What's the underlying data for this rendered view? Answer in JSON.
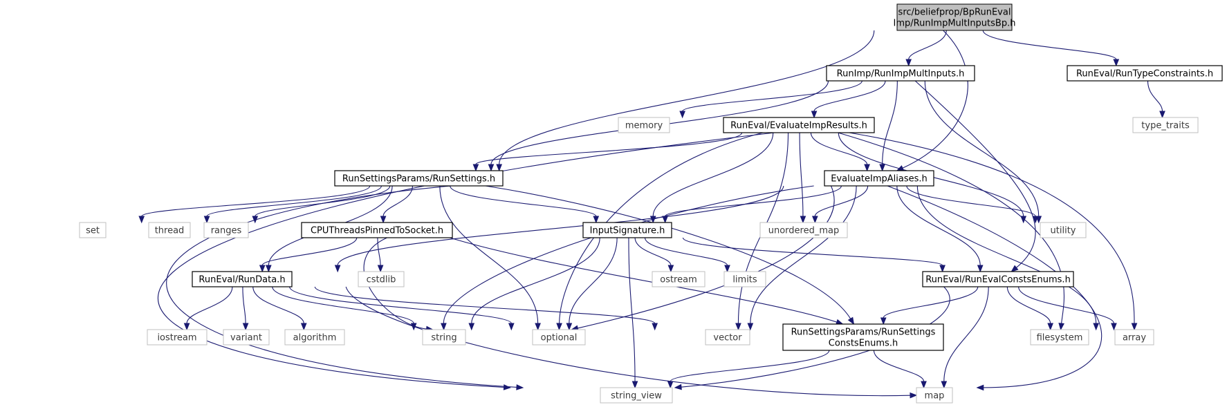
{
  "nodes": {
    "root": "src/beliefprop/BpRunEval\nImp/RunImpMultInputsBp.h",
    "runimp_multinputs": "RunImp/RunImpMultInputs.h",
    "runtype_constraints": "RunEval/RunTypeConstraints.h",
    "memory": "memory",
    "type_traits": "type_traits",
    "evaluate_imp_results": "RunEval/EvaluateImpResults.h",
    "run_settings": "RunSettingsParams/RunSettings.h",
    "evaluate_imp_aliases": "EvaluateImpAliases.h",
    "set": "set",
    "thread": "thread",
    "ranges": "ranges",
    "cpu_threads": "CPUThreadsPinnedToSocket.h",
    "input_signature": "InputSignature.h",
    "unordered_map": "unordered_map",
    "utility": "utility",
    "cstdlib": "cstdlib",
    "run_data": "RunEval/RunData.h",
    "ostream": "ostream",
    "limits": "limits",
    "run_eval_consts": "RunEval/RunEvalConstsEnums.h",
    "iostream": "iostream",
    "variant": "variant",
    "algorithm": "algorithm",
    "string": "string",
    "optional": "optional",
    "vector": "vector",
    "run_settings_consts": "RunSettingsParams/RunSettings\nConstsEnums.h",
    "filesystem": "filesystem",
    "array": "array",
    "string_view": "string_view",
    "map": "map"
  },
  "edges": [
    [
      "root",
      "runimp_multinputs"
    ],
    [
      "root",
      "runtype_constraints"
    ],
    [
      "root",
      "run_settings"
    ],
    [
      "root",
      "evaluate_imp_aliases"
    ],
    [
      "runtype_constraints",
      "type_traits"
    ],
    [
      "runimp_multinputs",
      "memory"
    ],
    [
      "runimp_multinputs",
      "evaluate_imp_results"
    ],
    [
      "runimp_multinputs",
      "run_settings"
    ],
    [
      "runimp_multinputs",
      "evaluate_imp_aliases"
    ],
    [
      "runimp_multinputs",
      "utility"
    ],
    [
      "runimp_multinputs",
      "run_eval_consts"
    ],
    [
      "evaluate_imp_results",
      "run_settings"
    ],
    [
      "evaluate_imp_results",
      "evaluate_imp_aliases"
    ],
    [
      "evaluate_imp_results",
      "input_signature"
    ],
    [
      "evaluate_imp_results",
      "unordered_map"
    ],
    [
      "evaluate_imp_results",
      "utility"
    ],
    [
      "evaluate_imp_results",
      "optional"
    ],
    [
      "evaluate_imp_results",
      "vector"
    ],
    [
      "evaluate_imp_results",
      "filesystem"
    ],
    [
      "evaluate_imp_results",
      "array"
    ],
    [
      "evaluate_imp_results",
      "string_view"
    ],
    [
      "run_settings",
      "set"
    ],
    [
      "run_settings",
      "thread"
    ],
    [
      "run_settings",
      "ranges"
    ],
    [
      "run_settings",
      "cpu_threads"
    ],
    [
      "run_settings",
      "input_signature"
    ],
    [
      "run_settings",
      "run_data"
    ],
    [
      "run_settings",
      "optional"
    ],
    [
      "run_settings",
      "run_settings_consts"
    ],
    [
      "run_settings",
      "string_view"
    ],
    [
      "evaluate_imp_aliases",
      "input_signature"
    ],
    [
      "evaluate_imp_aliases",
      "unordered_map"
    ],
    [
      "evaluate_imp_aliases",
      "utility"
    ],
    [
      "evaluate_imp_aliases",
      "run_data"
    ],
    [
      "evaluate_imp_aliases",
      "run_eval_consts"
    ],
    [
      "evaluate_imp_aliases",
      "string"
    ],
    [
      "evaluate_imp_aliases",
      "optional"
    ],
    [
      "evaluate_imp_aliases",
      "vector"
    ],
    [
      "evaluate_imp_aliases",
      "array"
    ],
    [
      "evaluate_imp_aliases",
      "map"
    ],
    [
      "cpu_threads",
      "cstdlib"
    ],
    [
      "cpu_threads",
      "run_data"
    ],
    [
      "cpu_threads",
      "string"
    ],
    [
      "cpu_threads",
      "run_settings_consts"
    ],
    [
      "input_signature",
      "ostream"
    ],
    [
      "input_signature",
      "limits"
    ],
    [
      "input_signature",
      "run_eval_consts"
    ],
    [
      "input_signature",
      "string"
    ],
    [
      "input_signature",
      "optional"
    ],
    [
      "input_signature",
      "string_view"
    ],
    [
      "run_data",
      "iostream"
    ],
    [
      "run_data",
      "variant"
    ],
    [
      "run_data",
      "algorithm"
    ],
    [
      "run_data",
      "string"
    ],
    [
      "run_data",
      "optional"
    ],
    [
      "run_data",
      "vector"
    ],
    [
      "run_data",
      "map"
    ],
    [
      "run_eval_consts",
      "run_settings_consts"
    ],
    [
      "run_eval_consts",
      "filesystem"
    ],
    [
      "run_eval_consts",
      "array"
    ],
    [
      "run_eval_consts",
      "map"
    ],
    [
      "run_eval_consts",
      "string_view"
    ],
    [
      "run_settings_consts",
      "string_view"
    ],
    [
      "run_settings_consts",
      "map"
    ]
  ]
}
